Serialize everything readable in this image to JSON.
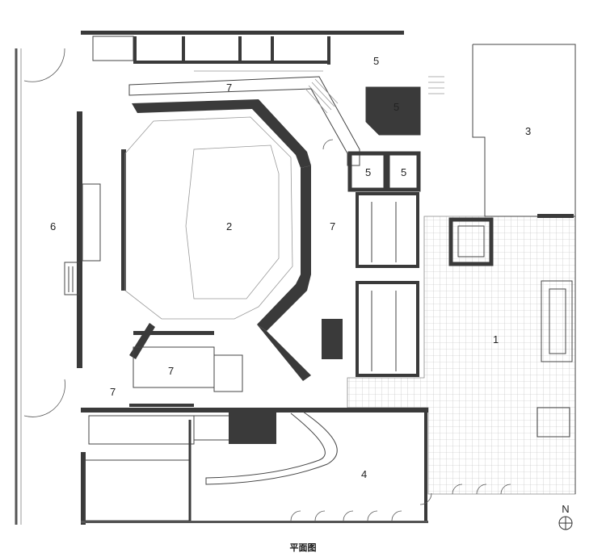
{
  "caption": "平面图",
  "north_label": "N",
  "rooms": {
    "r1": "1",
    "r2": "2",
    "r3": "3",
    "r4": "4",
    "r5a": "5",
    "r5b": "5",
    "r5c": "5",
    "r5d": "5",
    "r6": "6",
    "r7a": "7",
    "r7b": "7",
    "r7c": "7",
    "r7d": "7"
  }
}
